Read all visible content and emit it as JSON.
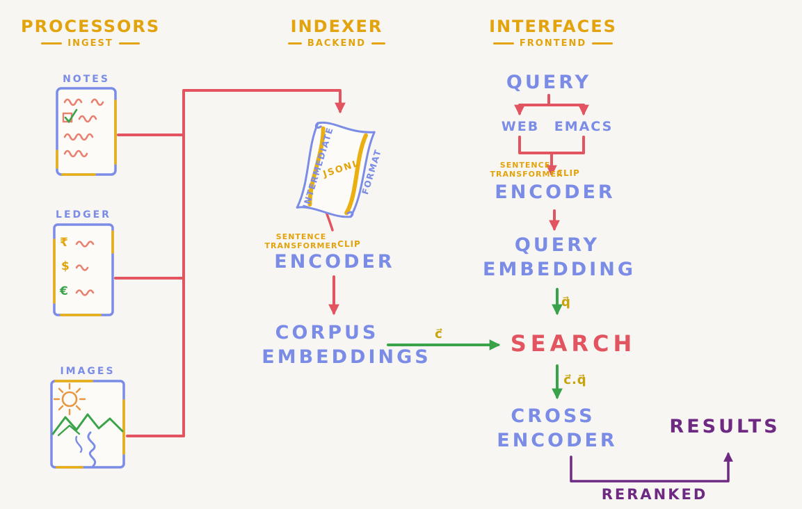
{
  "colors": {
    "amber": "#e2a30c",
    "blue": "#7b8ce6",
    "red": "#e25560",
    "green": "#3aa34a",
    "purple": "#6e2a82",
    "salmon": "#e8806f",
    "background": "#f7f6f3"
  },
  "sections": {
    "processors": {
      "title": "PROCESSORS",
      "subtitle": "INGEST"
    },
    "indexer": {
      "title": "INDEXER",
      "subtitle": "BACKEND"
    },
    "interfaces": {
      "title": "INTERFACES",
      "subtitle": "FRONTEND"
    }
  },
  "processors": {
    "notes": {
      "label": "NOTES"
    },
    "ledger": {
      "label": "LEDGER",
      "rupee": "₹",
      "dollar": "$",
      "euro": "€"
    },
    "images": {
      "label": "IMAGES"
    }
  },
  "indexer": {
    "scroll": {
      "left": "INTERMEDIATE",
      "center": "JSONL",
      "right": "FORMAT"
    },
    "model": {
      "line1": "SENTENCE",
      "line2": "TRANSFORMER",
      "side": "CLIP"
    },
    "encoder": "ENCODER",
    "corpus": {
      "line1": "CORPUS",
      "line2": "EMBEDDINGS"
    }
  },
  "interfaces": {
    "query": "QUERY",
    "web": "WEB",
    "emacs": "EMACS",
    "model": {
      "line1": "SENTENCE",
      "line2": "TRANSFORMER",
      "side": "CLIP"
    },
    "encoder": "ENCODER",
    "query_embedding": {
      "line1": "QUERY",
      "line2": "EMBEDDING"
    },
    "search": "SEARCH",
    "cross_encoder": {
      "line1": "CROSS",
      "line2": "ENCODER"
    },
    "results": "RESULTS",
    "reranked": "RERANKED"
  },
  "edge_labels": {
    "corpus_vector": "c⃗",
    "query_vector": "q⃗",
    "dot_product": "c⃗.q⃗"
  }
}
